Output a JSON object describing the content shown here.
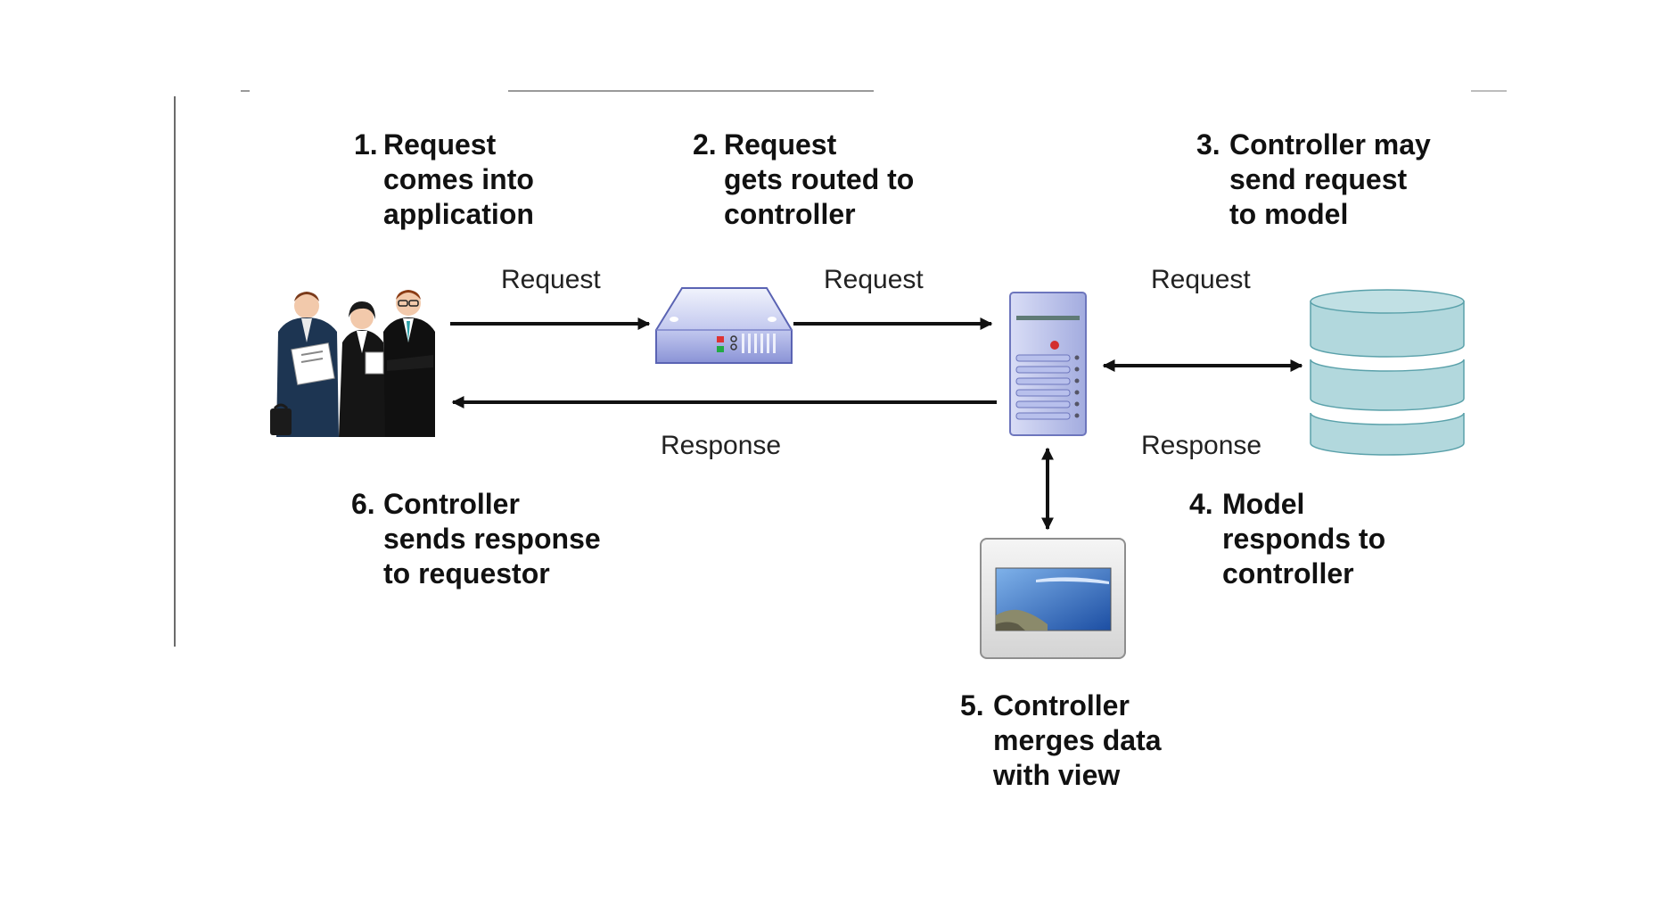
{
  "steps": [
    {
      "num": "1.",
      "lines": [
        "Request",
        "comes into",
        "application"
      ]
    },
    {
      "num": "2.",
      "lines": [
        "Request",
        "gets routed to",
        "controller"
      ]
    },
    {
      "num": "3.",
      "lines": [
        "Controller may",
        "send request",
        "to model"
      ]
    },
    {
      "num": "4.",
      "lines": [
        "Model",
        "responds to",
        "controller"
      ]
    },
    {
      "num": "5.",
      "lines": [
        "Controller",
        "merges data",
        "with view"
      ]
    },
    {
      "num": "6.",
      "lines": [
        "Controller",
        "sends response",
        "to requestor"
      ]
    }
  ],
  "arrow_labels": {
    "request_1": "Request",
    "request_2": "Request",
    "request_3": "Request",
    "response_main": "Response",
    "response_model": "Response"
  },
  "icons": {
    "users": "business-people-icon",
    "router": "router-icon",
    "controller": "server-tower-icon",
    "model": "database-icon",
    "view": "view-picture-icon"
  },
  "colors": {
    "arrow": "#111111",
    "router_blue": "#8a93d6",
    "server_blue": "#aab3e6",
    "database_teal": "#b2d8dd",
    "suit_navy": "#1d3552"
  }
}
